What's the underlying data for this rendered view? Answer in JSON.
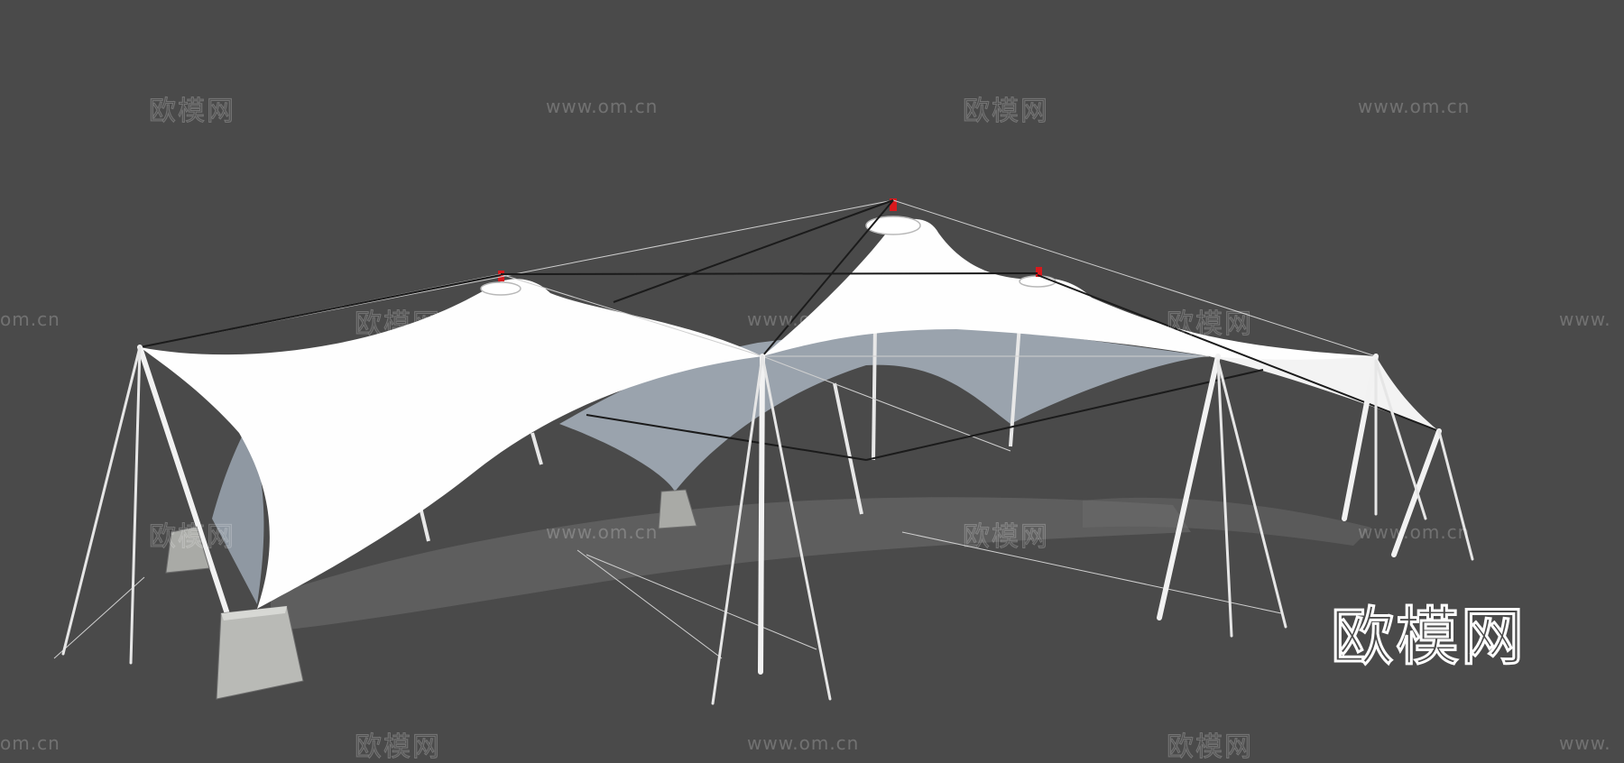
{
  "scene": {
    "subject": "tensile-membrane-canopy",
    "colors": {
      "background": "#4a4a4a",
      "membrane": "#ffffff",
      "membrane_shadow": "#9aa2ab",
      "mast": "#f2f2f2",
      "pole_cap": "#d8191d",
      "footing": "#b9bab6",
      "ground_shadow": "#6e6e6e",
      "cable": "#1b1b1b"
    }
  },
  "watermarks": {
    "logo_text": "欧模网",
    "url_text": "www.om.cn",
    "url_partial_left": "om.cn",
    "url_partial_right": "www.",
    "brand_text": "欧模网"
  }
}
